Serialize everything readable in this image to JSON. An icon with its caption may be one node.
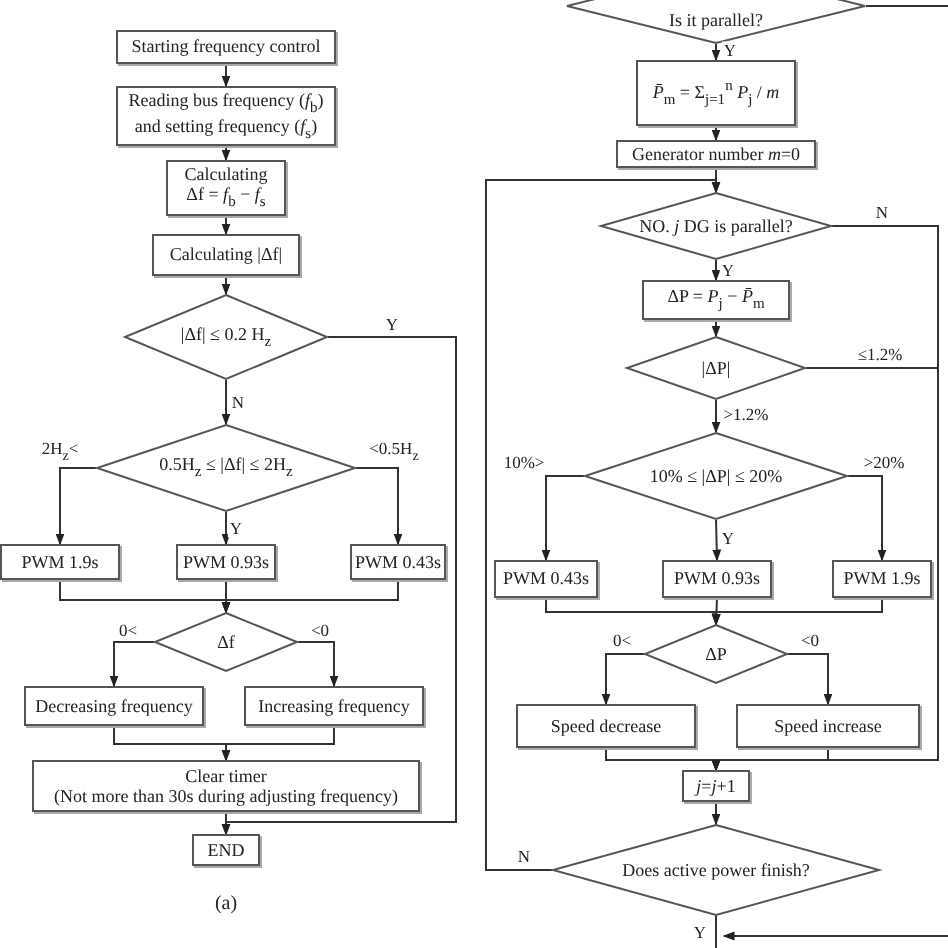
{
  "diagram": {
    "caption": "(a)",
    "nodes": [
      {
        "text": [
          "Starting frequency control"
        ]
      },
      {
        "text": [
          "Reading bus frequency (*f*$_{b}$) and setting frequency (*f*$_{s}$)"
        ]
      },
      {
        "text": [
          "Calculating",
          "Δf = *f*$_{b}$ − *f*$_{s}$"
        ]
      },
      {
        "text": [
          "Calculating |Δf|"
        ]
      },
      {
        "text": [
          "|Δf| ≤ 0.2 H$_{z}$"
        ]
      },
      {
        "text": [
          "0.5H$_{z}$ ≤ |Δf| ≤ 2H$_{z}$"
        ]
      },
      {
        "text": [
          "PWM 1.9s"
        ]
      },
      {
        "text": [
          "PWM 0.93s"
        ]
      },
      {
        "text": [
          "PWM 0.43s"
        ]
      },
      {
        "text": [
          "Δf"
        ]
      },
      {
        "text": [
          "Decreasing frequency"
        ]
      },
      {
        "text": [
          "Increasing frequency"
        ]
      },
      {
        "text": [
          "Clear timer",
          "(Not more than 30s during adjusting frequency)"
        ]
      },
      {
        "text": [
          "END"
        ]
      },
      {
        "text": [
          "Is it parallel?"
        ]
      },
      {
        "text": [
          "*P̄*$_{m}$ = Σ$_{j=1}$$^{n}$ *P*$_{j}$ / *m*"
        ]
      },
      {
        "text": [
          "Generator number *m*=0"
        ]
      },
      {
        "text": [
          "NO. *j* DG is parallel?"
        ]
      },
      {
        "text": [
          "ΔP = *P*$_{j}$ − *P̄*$_{m}$"
        ]
      },
      {
        "text": [
          "|ΔP|"
        ]
      },
      {
        "text": [
          "10% ≤ |ΔP| ≤ 20%"
        ]
      },
      {
        "text": [
          "PWM 0.43s"
        ]
      },
      {
        "text": [
          "PWM 0.93s"
        ]
      },
      {
        "text": [
          "PWM 1.9s"
        ]
      },
      {
        "text": [
          "ΔP"
        ]
      },
      {
        "text": [
          "Speed decrease"
        ]
      },
      {
        "text": [
          "Speed increase"
        ]
      },
      {
        "text": [
          "*j*=*j*+1"
        ]
      },
      {
        "text": [
          "Does active power finish?"
        ]
      }
    ],
    "edges": [
      {
        "from": 0,
        "to": 1,
        "arrow": "to"
      },
      {
        "from": 1,
        "to": 2,
        "arrow": "to"
      },
      {
        "from": 2,
        "to": 3,
        "arrow": "to"
      },
      {
        "from": 3,
        "to": 4,
        "arrow": "to"
      },
      {
        "from": 4,
        "to": 5,
        "arrow": "to",
        "label": "N"
      },
      {
        "from": 4,
        "to": 13,
        "arrow": "to",
        "label": "Y"
      },
      {
        "from": 5,
        "to": 6,
        "arrow": "to",
        "label": "2H$_{z}$<"
      },
      {
        "from": 5,
        "to": 7,
        "arrow": "to",
        "label": "Y"
      },
      {
        "from": 5,
        "to": 8,
        "arrow": "to",
        "label": "<0.5H$_{z}$"
      },
      {
        "from": 6,
        "to": 9,
        "arrow": "to"
      },
      {
        "from": 7,
        "to": 9,
        "arrow": "to"
      },
      {
        "from": 8,
        "to": 9,
        "arrow": "to"
      },
      {
        "from": 9,
        "to": 10,
        "arrow": "to",
        "label": "0<"
      },
      {
        "from": 9,
        "to": 11,
        "arrow": "to",
        "label": "<0"
      },
      {
        "from": 10,
        "to": 12,
        "arrow": "to"
      },
      {
        "from": 11,
        "to": 12,
        "arrow": "to"
      },
      {
        "from": 12,
        "to": 13,
        "arrow": "to"
      },
      {
        "from": 14,
        "to": null,
        "arrow": "none"
      },
      {
        "from": 14,
        "to": 15,
        "arrow": "to",
        "label": "Y"
      },
      {
        "from": 15,
        "to": 16,
        "arrow": "to"
      },
      {
        "from": 16,
        "to": 17,
        "arrow": "to"
      },
      {
        "from": 17,
        "to": 18,
        "arrow": "to",
        "label": "Y"
      },
      {
        "from": 17,
        "to": 27,
        "arrow": "to",
        "label": "N"
      },
      {
        "from": 18,
        "to": 19,
        "arrow": "to"
      },
      {
        "from": 19,
        "to": 27,
        "arrow": "to",
        "label": "≤1.2%"
      },
      {
        "from": 19,
        "to": 20,
        "arrow": "to",
        "label": ">1.2%"
      },
      {
        "from": 20,
        "to": 21,
        "arrow": "to",
        "label": "10%>"
      },
      {
        "from": 20,
        "to": 22,
        "arrow": "to",
        "label": "Y"
      },
      {
        "from": 20,
        "to": 23,
        "arrow": "to",
        "label": ">20%"
      },
      {
        "from": 21,
        "to": 24,
        "arrow": "to"
      },
      {
        "from": 22,
        "to": 24,
        "arrow": "to"
      },
      {
        "from": 23,
        "to": 24,
        "arrow": "to"
      },
      {
        "from": 24,
        "to": 25,
        "arrow": "to",
        "label": "0<"
      },
      {
        "from": 24,
        "to": 26,
        "arrow": "to",
        "label": "<0"
      },
      {
        "from": 25,
        "to": 27,
        "arrow": "to"
      },
      {
        "from": 26,
        "to": 27,
        "arrow": "to"
      },
      {
        "from": 27,
        "to": 28,
        "arrow": "to"
      },
      {
        "from": 28,
        "to": 17,
        "arrow": "to",
        "label": "N"
      },
      {
        "from": 28,
        "to": null,
        "arrow": "none",
        "label": "Y"
      },
      {
        "from": null,
        "to": 28,
        "arrow": "to"
      }
    ]
  }
}
